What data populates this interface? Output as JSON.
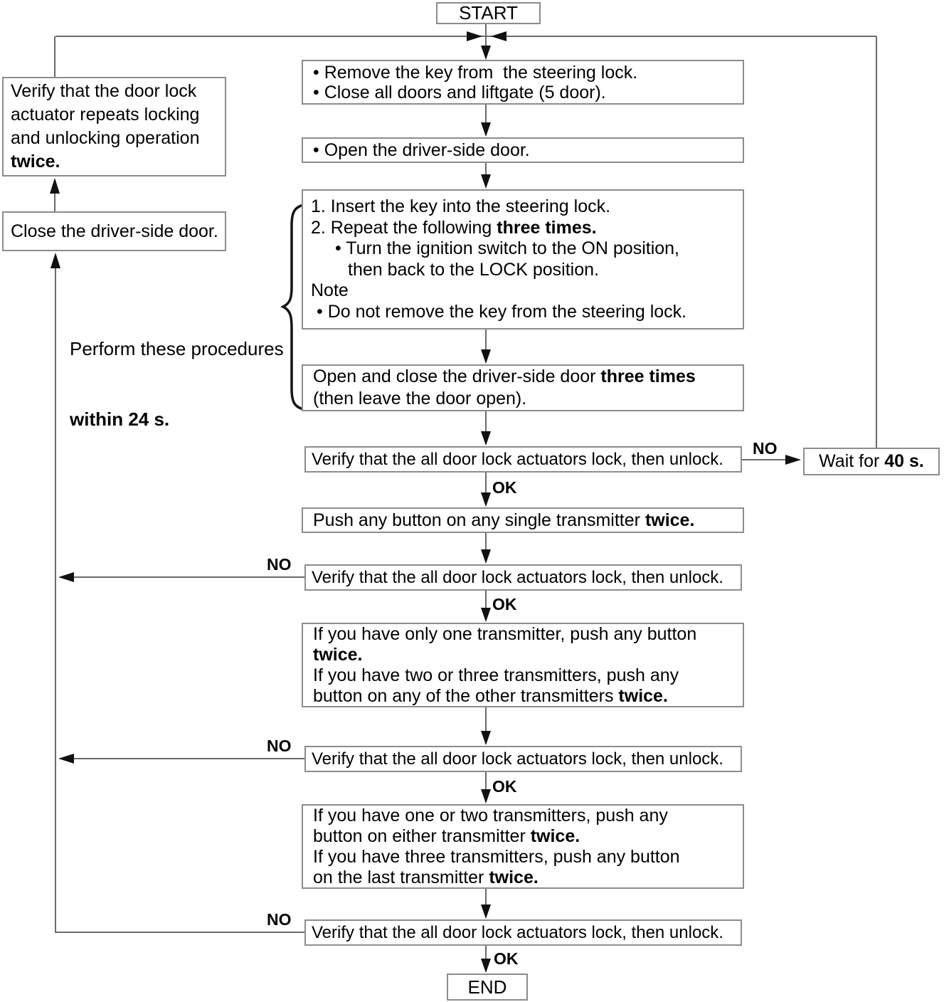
{
  "labels": {
    "start": "START",
    "end": "END",
    "ok": "OK",
    "no": "NO"
  },
  "left_column": {
    "verify_actuator": {
      "line1": "Verify that the door lock",
      "line2": "actuator repeats locking",
      "line3": "and unlocking operation",
      "line4_bold": "twice."
    },
    "close_door": "Close the driver-side door.",
    "timing_note": {
      "line1": "Perform these procedures",
      "line2_bold": "within 24 s."
    }
  },
  "main_column": {
    "prepare": {
      "bullet1": "• Remove the key from  the steering lock.",
      "bullet2": "• Close all doors and liftgate (5 door)."
    },
    "open_door": "• Open the driver-side door.",
    "key_cycle": {
      "item1": "1. Insert the key into the steering lock.",
      "item2": "2. Repeat the following ",
      "item2_bold": "three times.",
      "sub1": "• Turn the ignition switch to the ON position,",
      "sub2": "then back to the LOCK position.",
      "note_title": "Note",
      "note_bullet": "• Do not remove the key from the steering lock."
    },
    "door_cycle": {
      "line1": "Open and close the driver-side door ",
      "line1_bold": "three times",
      "line2": "(then leave the door open)."
    },
    "verify_all": "Verify that the all door lock actuators lock, then unlock.",
    "wait": {
      "text": "Wait for ",
      "bold": "40 s."
    },
    "push_any": {
      "text": "Push any button on any single transmitter ",
      "bold": "twice."
    },
    "second_transmitter": {
      "line1": "If you have only one transmitter, push any button",
      "line2_bold": "twice.",
      "line3": "If you have two or three transmitters, push any",
      "line4": "button on any of the other transmitters ",
      "line4_bold": "twice."
    },
    "third_transmitter": {
      "line1": "If you have one or two transmitters, push any",
      "line2": "button on either transmitter ",
      "line2_bold": "twice.",
      "line3": "If you have three transmitters, push any button",
      "line4": "on the last transmitter ",
      "line4_bold": "twice."
    }
  },
  "colors": {
    "box_border": "#8c8c8c",
    "connector_line": "#6b6b6b",
    "arrowhead": "#111111",
    "text": "#000000",
    "background": "#ffffff"
  }
}
